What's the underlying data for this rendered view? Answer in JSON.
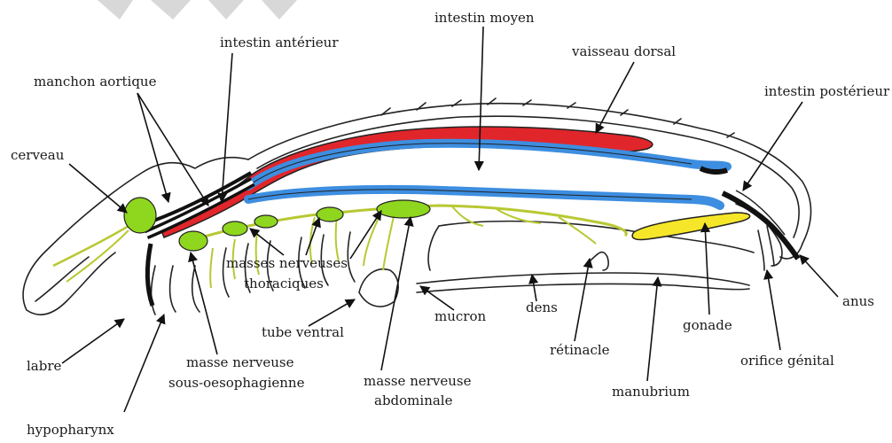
{
  "labels": {
    "intestin_moyen": "intestin moyen",
    "intestin_anterieur": "intestin antérieur",
    "vaisseau_dorsal": "vaisseau dorsal",
    "manchon_aortique": "manchon aortique",
    "intestin_posterieur": "intestin postérieur",
    "cerveau": "cerveau",
    "masses_nerveuses_1": "masses nerveuses",
    "masses_nerveuses_2": "thoraciques",
    "anus": "anus",
    "tube_ventral": "tube ventral",
    "mucron": "mucron",
    "dens": "dens",
    "gonade": "gonade",
    "labre": "labre",
    "masse_sous_1": "masse nerveuse",
    "masse_sous_2": "sous-oesophagienne",
    "retinacle": "rétinacle",
    "orifice_genital": "orifice génital",
    "masse_abdo_1": "masse nerveuse",
    "masse_abdo_2": "abdominale",
    "manubrium": "manubrium",
    "hypopharynx": "hypopharynx"
  },
  "colors": {
    "dorsal_vessel": "#e0262b",
    "intestine": "#3d8ee0",
    "nerve": "#b8c832",
    "nerve_mass": "#8fd61e",
    "gonad": "#f5e62a",
    "outline": "#222222"
  }
}
